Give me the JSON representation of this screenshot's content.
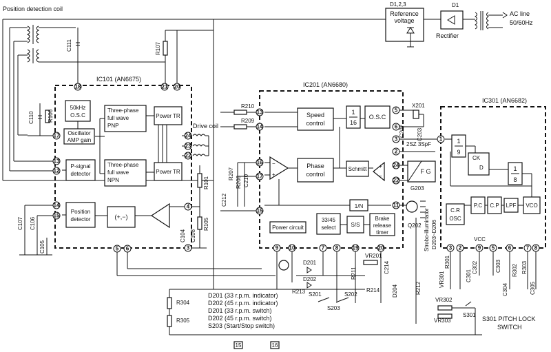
{
  "title": "Position detection coil",
  "ac_line": "AC line 50/60Hz",
  "reference": {
    "id": "D1,2,3",
    "label_1": "Reference",
    "label_2": "voltage"
  },
  "rectifier": {
    "id": "D1",
    "label": "Rectifier"
  },
  "ic101": {
    "name": "IC101 (AN6675)",
    "osc_1": "50kHz",
    "osc_2": "O.S.C",
    "osc_amp_1": "Oscillator",
    "osc_amp_2": "AMP gain",
    "pnp_1": "Three-phase",
    "pnp_2": "full wave",
    "pnp_3": "PNP",
    "npn_1": "Three-phase",
    "npn_2": "full wave",
    "npn_3": "NPN",
    "power_tr": "Power TR",
    "psignal_1": "P-signal",
    "psignal_2": "detector",
    "position_1": "Position",
    "position_2": "detector",
    "pm": "(+,−)",
    "pins": [
      "18",
      "21",
      "20",
      "17",
      "24",
      "23",
      "22",
      "13",
      "12",
      "14",
      "15",
      "4",
      "5",
      "6",
      "3"
    ]
  },
  "drive_coil": "Drive coil",
  "ic201": {
    "name": "IC201 (AN6680)",
    "speed_1": "Speed",
    "speed_2": "control",
    "div16_1": "1",
    "div16_2": "16",
    "osc": "O.S.C",
    "phase_1": "Phase",
    "phase_2": "control",
    "schmitt": "Schmitt",
    "fg": "F G",
    "one_n": "1/N",
    "power_circuit": "Power circuit",
    "select_1": "33/45",
    "select_2": "select",
    "ss": "S/S",
    "brake_1": "Brake",
    "brake_2": "release",
    "brake_3": "timer",
    "pins": [
      "13",
      "14",
      "16",
      "17",
      "15",
      "5",
      "6",
      "3",
      "2",
      "24",
      "22",
      "11",
      "9",
      "10",
      "7",
      "8",
      "19",
      "20"
    ]
  },
  "ic301": {
    "name": "IC301 (AN6682)",
    "div9_1": "1",
    "div9_2": "9",
    "div8_1": "1",
    "div8_2": "8",
    "ck": "CK",
    "d": "D",
    "cr_osc_1": "C.R",
    "cr_osc_2": "OSC",
    "pc": "P.C",
    "cp": "C.P",
    "lpf": "LPF",
    "vco": "VCO",
    "vcc": "VCC",
    "pins": [
      "1",
      "3",
      "2",
      "9",
      "5",
      "6",
      "7",
      "8"
    ]
  },
  "components": {
    "x201": "X201",
    "c111": "C111",
    "r107": "R107",
    "c110": "C110",
    "r106": "R106",
    "c107": "C107",
    "c106": "C106",
    "c105": "C105",
    "r210": "R210",
    "r209": "R209",
    "r207": "R207",
    "r208": "R208",
    "c210": "C210",
    "c212": "C212",
    "r101": "R101",
    "r105": "R105",
    "c104": "C104",
    "c108": "C108",
    "g203": "G203",
    "c203": "C203",
    "c207": "C207",
    "cap_vals": "2SZ 3SpF",
    "q202": "Q202",
    "strobo": "Strobo-illuminator",
    "strobo_d": "D203~D206",
    "d201": "D201",
    "d202": "D202",
    "r213": "R213",
    "r214": "R214",
    "r212": "R212",
    "vr201": "VR201",
    "c214": "C214",
    "r211": "R211",
    "d204": "D204",
    "s201": "S201",
    "s202": "S202",
    "s203": "S203",
    "r304": "R304",
    "r305": "R305",
    "r301": "R301",
    "c302": "C302",
    "c301": "C301",
    "c303": "C303",
    "c304": "C304",
    "r302": "R302",
    "r303": "R303",
    "c305": "C305",
    "vr301": "VR301",
    "vr302": "VR302",
    "vr303": "VR303",
    "s301": "S301"
  },
  "legend": [
    "D201 (33 r.p.m. indicator)",
    "D202 (45 r.p.m. indicator)",
    "D201 (33 r.p.m. switch)",
    "D202 (45 r.p.m. switch)",
    "S203 (Start/Stop switch)"
  ],
  "pitch_lock_1": "S301 PITCH LOCK",
  "pitch_lock_2": "SWITCH",
  "page_marks": [
    "15",
    "16"
  ]
}
